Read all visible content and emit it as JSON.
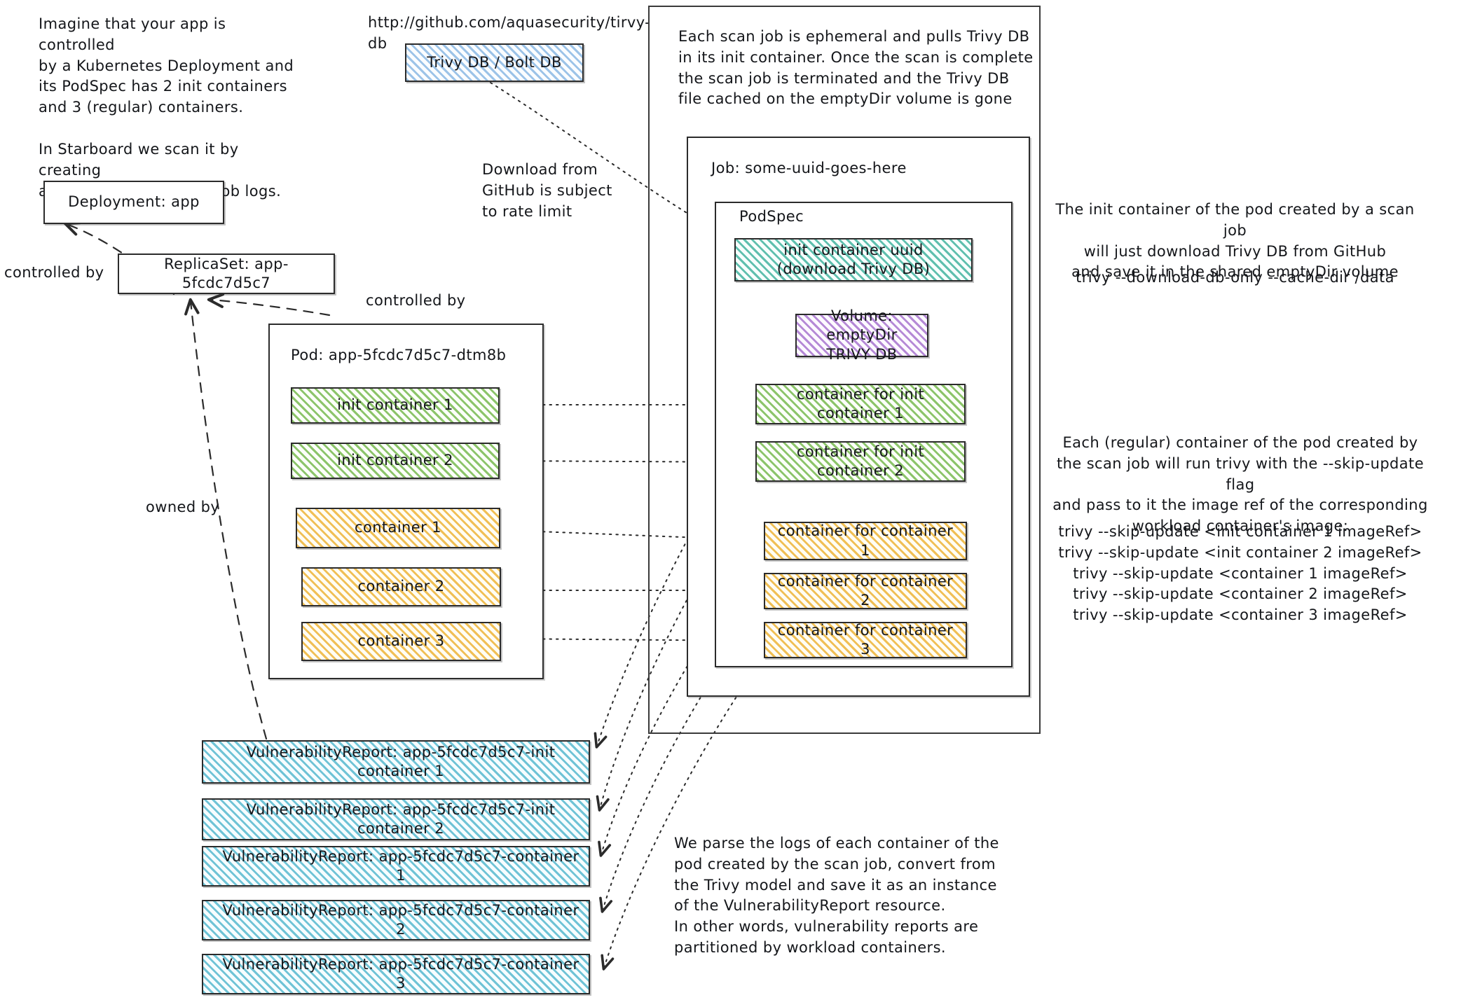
{
  "notes": {
    "intro": "Imagine that your app is controlled\nby a Kubernetes Deployment and\nits PodSpec has 2 init containers\nand 3 (regular) containers.\n\nIn Starboard we scan it by creating\na scan Job and parsing job logs.",
    "db_url": "http://github.com/aquasecurity/tirvy-db",
    "download_rate_limit": "Download from\nGitHub is subject\nto rate limit",
    "ephemeral_job": "Each scan job is ephemeral and pulls Trivy DB\nin its init container. Once the scan is complete\nthe scan job is terminated and the Trivy DB\nfile cached on the emptyDir volume is gone",
    "init_container_explainer": "The init container of the pod created by a scan job\nwill just download Trivy DB from GitHub\nand save it in the shared emptyDir volume",
    "init_container_command": "trivy --download-db-only --cache-dir /data",
    "regular_container_explainer": "Each (regular) container of the pod created by\nthe scan job will run trivy with the --skip-update flag\nand pass to it the image ref of the corresponding\nworkload container's image:",
    "regular_container_commands": "trivy --skip-update <init container 1 imageRef>\ntrivy --skip-update <init container 2 imageRef>\ntrivy --skip-update <container 1 imageRef>\ntrivy --skip-update <container 2 imageRef>\ntrivy --skip-update <container 3 imageRef>",
    "parse_logs": "We parse the logs of each container of the\npod created by the scan job, convert from\nthe Trivy model and save it as an instance\nof the VulnerabilityReport resource.\nIn other words, vulnerability reports are\npartitioned by workload containers."
  },
  "edge_labels": {
    "controlled_by_1": "controlled by",
    "controlled_by_2": "controlled by",
    "owned_by": "owned by"
  },
  "boxes": {
    "trivy_db": "Trivy DB / Bolt DB",
    "deployment": "Deployment: app",
    "replicaset": "ReplicaSet: app-5fcdc7d5c7"
  },
  "pod": {
    "title": "Pod: app-5fcdc7d5c7-dtm8b",
    "init_containers": [
      "init container 1",
      "init container 2"
    ],
    "containers": [
      "container 1",
      "container 2",
      "container 3"
    ]
  },
  "job": {
    "title": "Job: some-uuid-goes-here",
    "podspec_title": "PodSpec",
    "init_container": "init container uuid\n(download Trivy DB)",
    "volume": "Volume: emptyDir\nTRIVY DB",
    "scan_init_containers": [
      "container for init container 1",
      "container for init container 2"
    ],
    "scan_containers": [
      "container for container 1",
      "container for container 2",
      "container for container 3"
    ]
  },
  "reports": [
    "VulnerabilityReport: app-5fcdc7d5c7-init container 1",
    "VulnerabilityReport: app-5fcdc7d5c7-init container 2",
    "VulnerabilityReport: app-5fcdc7d5c7-container 1",
    "VulnerabilityReport: app-5fcdc7d5c7-container 2",
    "VulnerabilityReport: app-5fcdc7d5c7-container 3"
  ],
  "colors": {
    "trivy_db": "#9cc3e8",
    "init_container": "#8cc46a",
    "scan_init_container": "#5fbfae",
    "container": "#f0bf55",
    "volume": "#b589d6",
    "report": "#6fc3d6",
    "stroke": "#2b2b2b"
  }
}
